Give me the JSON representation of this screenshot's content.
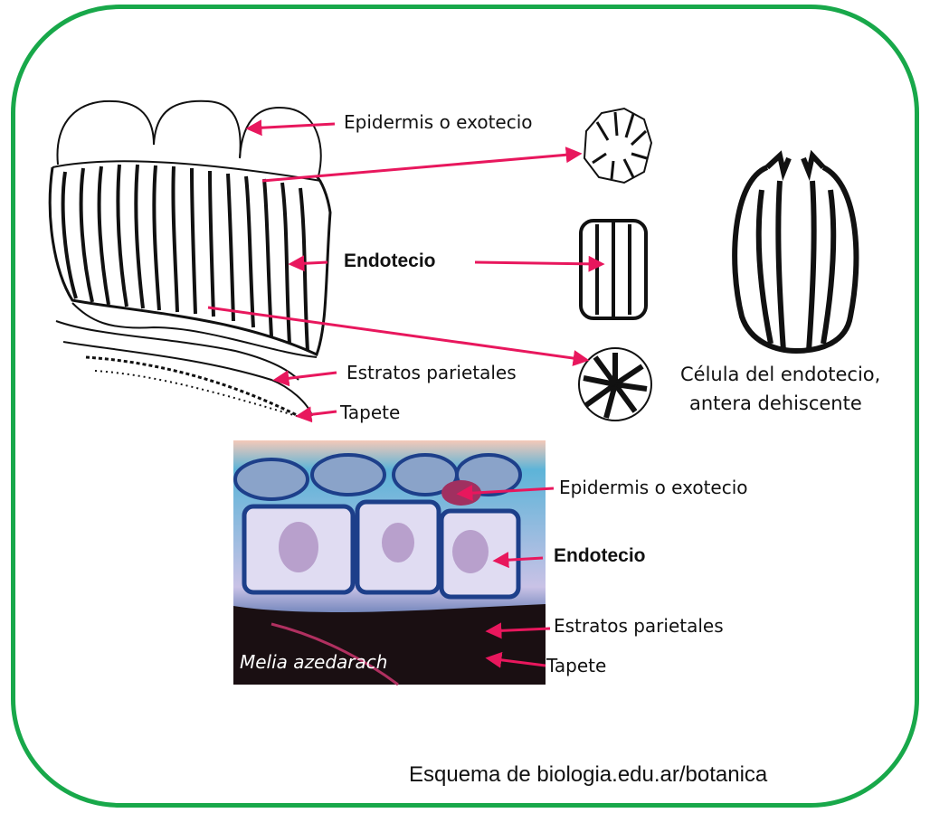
{
  "frame_color": "#18a84a",
  "arrow_color": "#e8175d",
  "diagram_labels": {
    "epidermis": "Epidermis o exotecio",
    "endotecio": "Endotecio",
    "estratos": "Estratos parietales",
    "tapete": "Tapete",
    "cell_caption_line1": "Célula del endotecio,",
    "cell_caption_line2": "antera dehiscente"
  },
  "photo_labels": {
    "epidermis": "Epidermis o exotecio",
    "endotecio": "Endotecio",
    "estratos": "Estratos parietales",
    "tapete": "Tapete",
    "species": "Melia azedarach"
  },
  "credit": "Esquema de biologia.edu.ar/botanica"
}
